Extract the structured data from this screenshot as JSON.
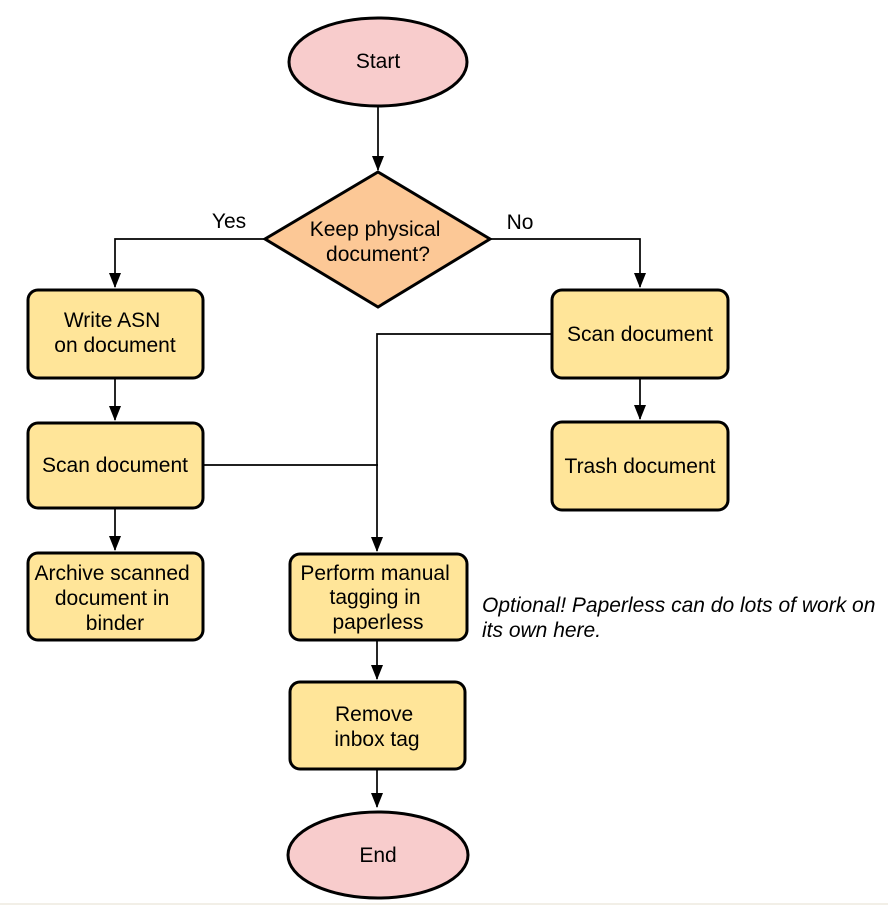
{
  "diagram": {
    "colors": {
      "terminal_fill": "#F8CCCC",
      "decision_fill": "#FCC896",
      "process_fill": "#FFE599",
      "stroke": "#000000",
      "text": "#000000",
      "bottom_edge_line": "#F2EFE7"
    },
    "nodes": {
      "start": {
        "shape": "ellipse",
        "label": "Start"
      },
      "decision_keep_physical": {
        "shape": "diamond",
        "line1": "Keep physical",
        "line2": "document?"
      },
      "write_asn": {
        "shape": "rounded-rect",
        "line1": "Write ASN",
        "line2": "on document"
      },
      "scan_document_left": {
        "shape": "rounded-rect",
        "label": "Scan document"
      },
      "archive_binder": {
        "shape": "rounded-rect",
        "line1": "Archive scanned",
        "line2": "document in",
        "line3": "binder"
      },
      "scan_document_right": {
        "shape": "rounded-rect",
        "label": "Scan document"
      },
      "trash_document": {
        "shape": "rounded-rect",
        "label": "Trash document"
      },
      "manual_tagging": {
        "shape": "rounded-rect",
        "line1": "Perform manual",
        "line2": "tagging in",
        "line3": "paperless"
      },
      "remove_inbox_tag": {
        "shape": "rounded-rect",
        "line1": "Remove",
        "line2": "inbox tag"
      },
      "end": {
        "shape": "ellipse",
        "label": "End"
      }
    },
    "edge_labels": {
      "yes": "Yes",
      "no": "No"
    },
    "annotation": {
      "line1": "Optional! Paperless can do lots of work on",
      "line2": "its own here."
    }
  }
}
